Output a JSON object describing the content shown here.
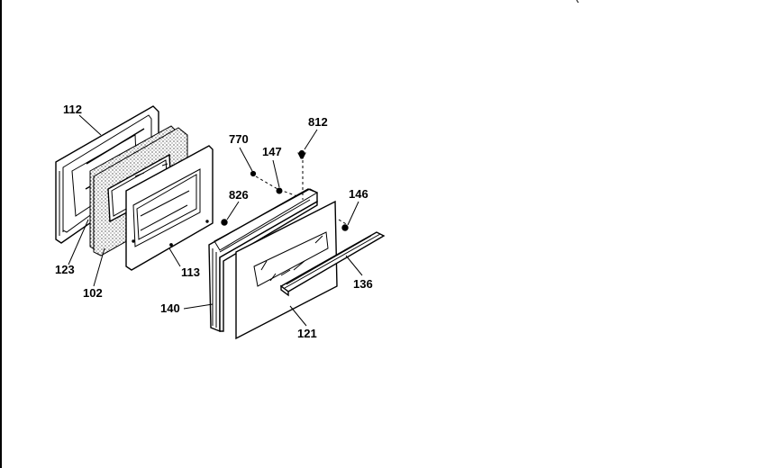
{
  "diagram": {
    "labels": {
      "p112": "112",
      "p123": "123",
      "p102": "102",
      "p113": "113",
      "p770": "770",
      "p147": "147",
      "p812": "812",
      "p826": "826",
      "p146": "146",
      "p140": "140",
      "p136": "136",
      "p121": "121"
    }
  }
}
